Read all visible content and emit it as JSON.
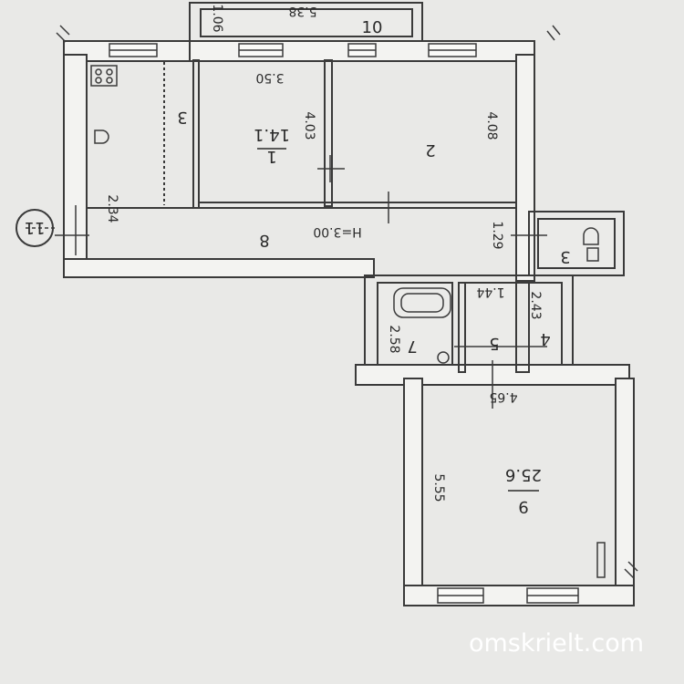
{
  "plan": {
    "axis_marker": "11",
    "ceiling_height": "H=3.00",
    "rooms": [
      {
        "number": "1",
        "area": "14.1"
      },
      {
        "number": "2"
      },
      {
        "number": "3"
      },
      {
        "number": "3"
      },
      {
        "number": "4"
      },
      {
        "number": "5"
      },
      {
        "number": "7"
      },
      {
        "number": "8"
      },
      {
        "number": "9",
        "area": "25.6"
      },
      {
        "number": "10"
      }
    ],
    "dimensions": [
      "1.06",
      "5.38",
      "3.50",
      "4.03",
      "4.08",
      "2.34",
      "1.29",
      "1.44",
      "2.43",
      "2.58",
      "4.65",
      "5.55"
    ]
  },
  "watermark": "omskrielt.com",
  "colors": {
    "paper": "#e9e9e7",
    "ink": "#3a3a3a",
    "wall_fill": "#f3f3f1",
    "watermark": "#ffffff"
  }
}
